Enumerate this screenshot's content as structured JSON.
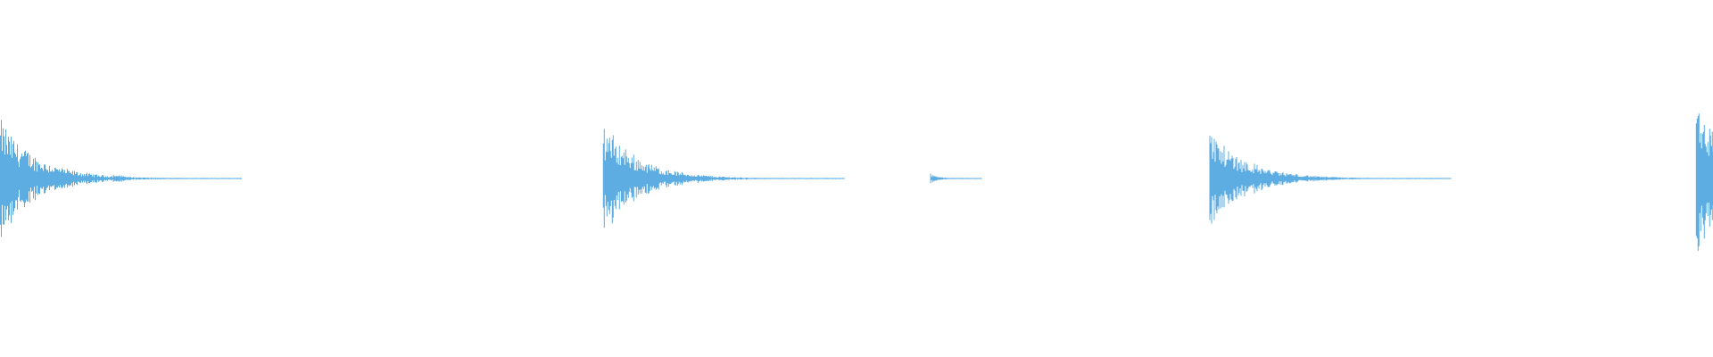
{
  "waveform": {
    "color": "#5dade2",
    "transients": [
      {
        "time": 0.0,
        "peak": 0.48,
        "decay": 0.06,
        "tail": 0.35
      },
      {
        "time": 0.066,
        "peak": 0.05,
        "decay": 0.02,
        "tail": 0.0
      },
      {
        "time": 0.352,
        "peak": 0.45,
        "decay": 0.06,
        "tail": 0.35
      },
      {
        "time": 0.543,
        "peak": 0.04,
        "decay": 0.015,
        "tail": 0.0
      },
      {
        "time": 0.706,
        "peak": 0.4,
        "decay": 0.06,
        "tail": 0.35
      },
      {
        "time": 0.99,
        "peak": 0.76,
        "decay": 0.04,
        "tail": 0.0
      }
    ]
  }
}
